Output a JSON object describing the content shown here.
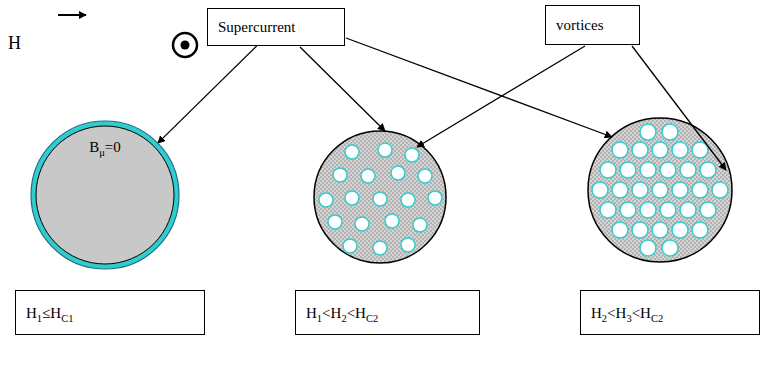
{
  "diagram": {
    "nodes": [
      {
        "text": [
          "Supercurrent"
        ]
      },
      {
        "text": [
          "vortices"
        ]
      },
      {
        "text": [
          "Bμ=0"
        ]
      },
      {
        "text": [
          "H1≤HC1"
        ]
      },
      {
        "text": [
          "H1<H2<HC2"
        ]
      },
      {
        "text": [
          "H2<H3<HC2"
        ]
      }
    ],
    "edges": [
      {
        "from": 0,
        "to": 2,
        "arrow": "to"
      }
    ],
    "labels": [
      "H"
    ]
  }
}
